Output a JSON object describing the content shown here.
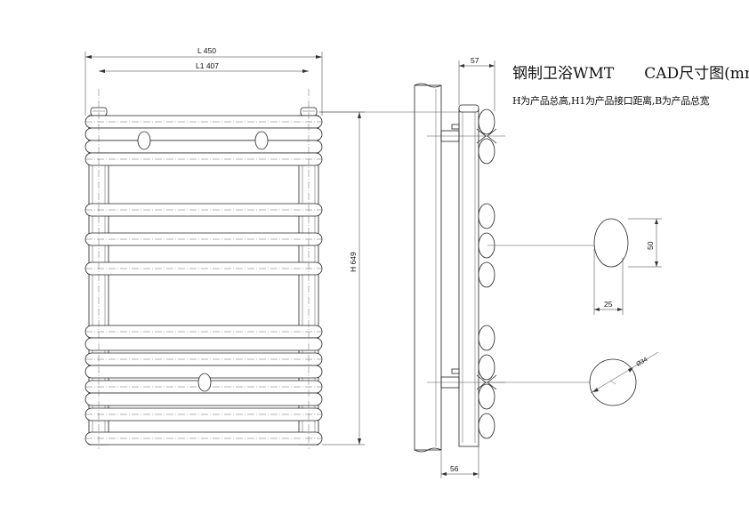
{
  "title": {
    "main": "钢制卫浴WMT",
    "cad": "CAD尺寸图(mm)"
  },
  "subtitle": "H为产品总高,H1为产品接口距离,B为产品总宽",
  "dimensions": {
    "total_width": "L 450",
    "interface_width": "L1 407",
    "total_height": "H 649",
    "depth_top": "57",
    "depth_bottom": "56",
    "tube_height": "50",
    "tube_width": "25",
    "pipe_diameter": "Ø34"
  }
}
